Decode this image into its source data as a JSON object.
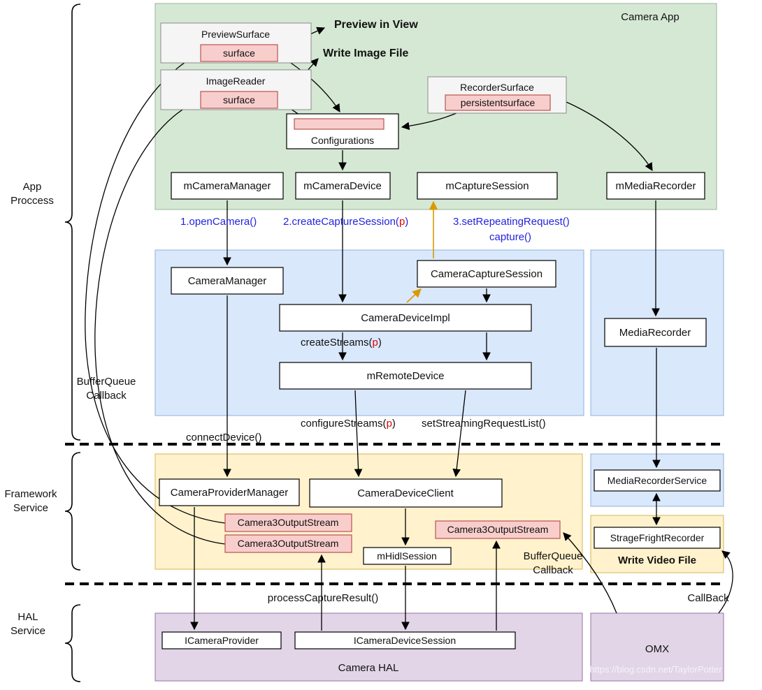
{
  "regions": {
    "camera_app": "Camera App",
    "camera_hal": "Camera HAL",
    "omx": "OMX"
  },
  "left_labels": {
    "app_process": {
      "line1": "App",
      "line2": "Proccess"
    },
    "framework_service": {
      "line1": "Framework",
      "line2": "Service"
    },
    "hal_service": {
      "line1": "HAL",
      "line2": "Service"
    }
  },
  "app": {
    "preview_surface": "PreviewSurface",
    "surface": "surface",
    "image_reader": "ImageReader",
    "recorder_surface": "RecorderSurface",
    "persistent_surface": "persistentsurface",
    "configurations": "Configurations",
    "preview_in_view": "Preview in View",
    "write_image_file": "Write Image File",
    "m_camera_manager": "mCameraManager",
    "m_camera_device": "mCameraDevice",
    "m_capture_session": "mCaptureSession",
    "m_media_recorder": "mMediaRecorder"
  },
  "framework": {
    "camera_manager": "CameraManager",
    "camera_capture_session": "CameraCaptureSession",
    "camera_device_impl": "CameraDeviceImpl",
    "m_remote_device": "mRemoteDevice",
    "media_recorder": "MediaRecorder",
    "camera_provider_manager": "CameraProviderManager",
    "camera_device_client": "CameraDeviceClient",
    "camera3_output_stream": "Camera3OutputStream",
    "m_hidl_session": "mHidlSession",
    "media_recorder_service": "MediaRecorderService",
    "stragefright_recorder": "StrageFrightRecorder",
    "write_video_file": "Write Video File"
  },
  "hal": {
    "i_camera_provider": "ICameraProvider",
    "i_camera_device_session": "ICameraDeviceSession"
  },
  "calls": {
    "open_camera": "1.openCamera()",
    "create_capture_session_pre": "2.createCaptureSession(",
    "param_p": "p",
    "close_paren": ")",
    "set_repeating_request": "3.setRepeatingRequest()",
    "capture": "capture()",
    "create_streams_pre": "createStreams(",
    "configure_streams_pre": "configureStreams(",
    "set_streaming_request_list": "setStreamingRequestList()",
    "connect_device": "connectDevice()",
    "process_capture_result": "processCaptureResult()",
    "buffer_queue": "BufferQueue",
    "callback": "Callback",
    "callback2": "CallBack"
  },
  "watermark": "https://blog.csdn.net/TaylorPotter",
  "colors": {
    "green_region": "#d5e8d4",
    "blue_region": "#dae8fc",
    "yellow_region": "#fff2cc",
    "purple_region": "#e1d5e7",
    "pink_box": "#f8cecc",
    "gray_box": "#f5f5f5",
    "call_text_blue": "#2323dd",
    "param_red": "#e60000",
    "orange_arrow": "#d79b00"
  }
}
